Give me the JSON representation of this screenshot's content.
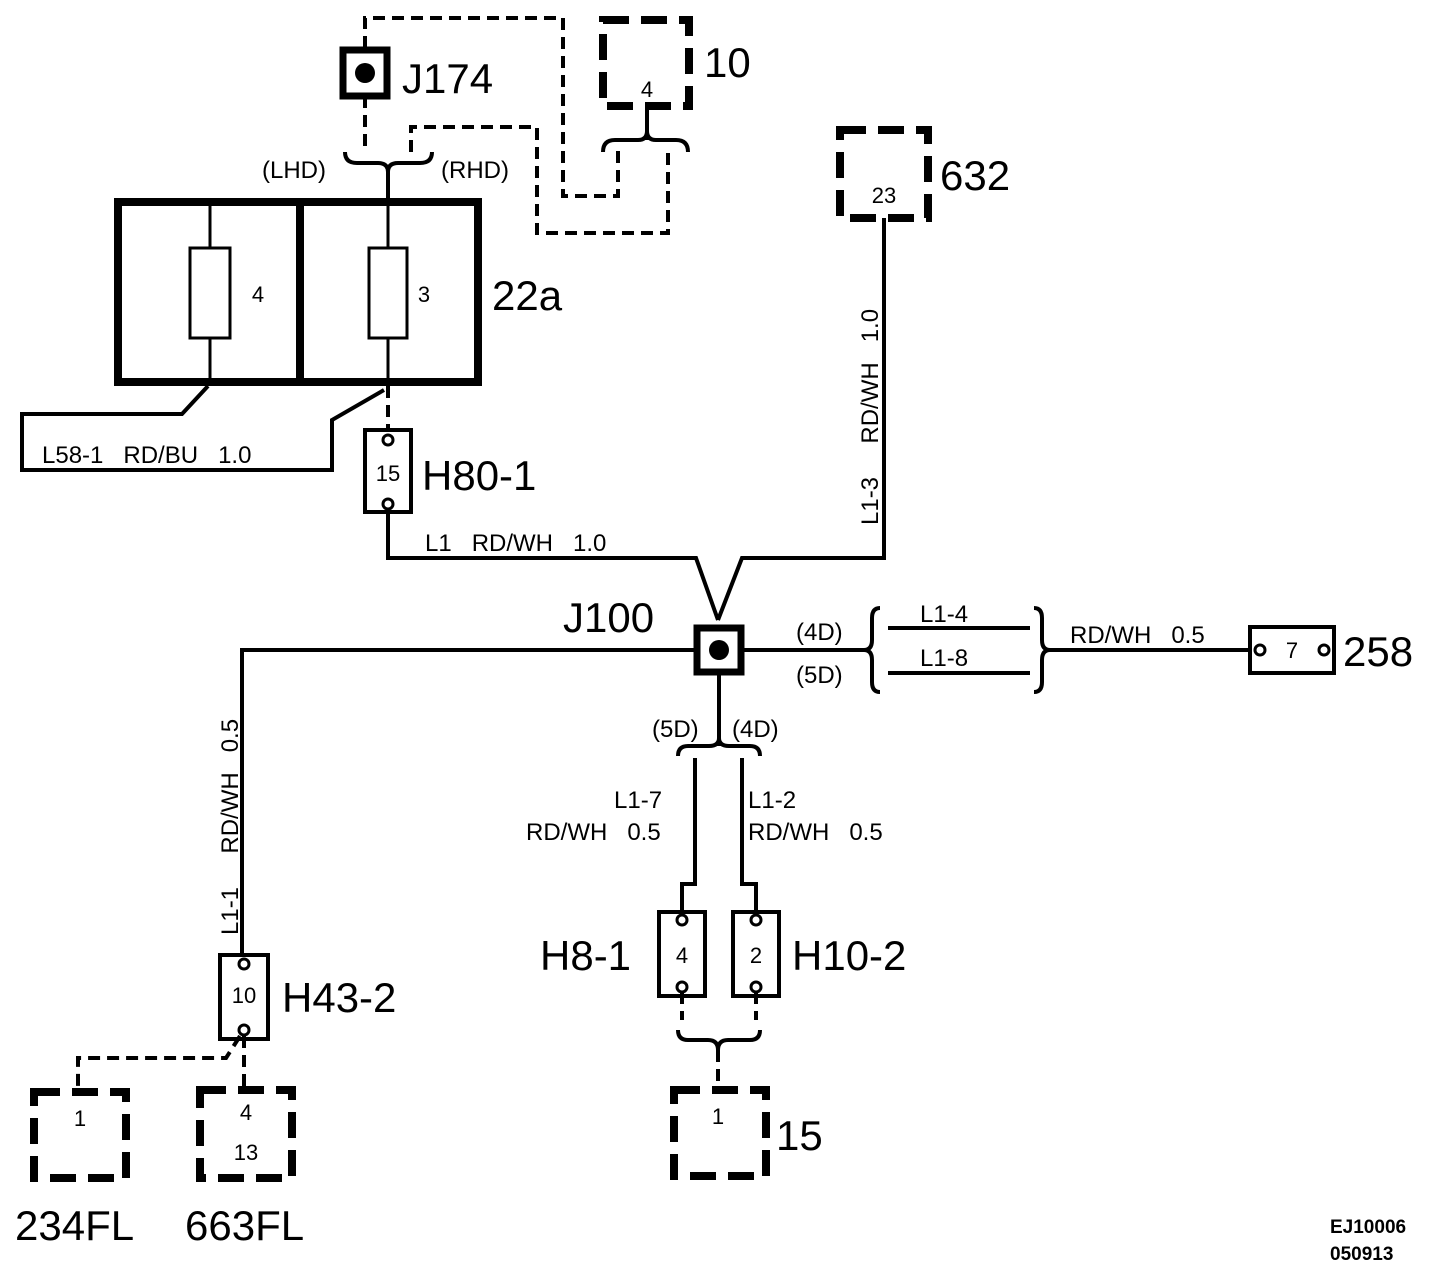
{
  "components": {
    "j174": "J174",
    "c10": {
      "label": "10",
      "pin": "4"
    },
    "c632": {
      "label": "632",
      "pin": "23"
    },
    "fusebox": {
      "label": "22a",
      "fuse_left": "4",
      "fuse_right": "3"
    },
    "h80": {
      "label": "H80-1",
      "pin": "15"
    },
    "j100": "J100",
    "c258": {
      "label": "258",
      "pin": "7"
    },
    "h43": {
      "label": "H43-2",
      "pin": "10"
    },
    "h8": {
      "label": "H8-1",
      "pin": "4"
    },
    "h10": {
      "label": "H10-2",
      "pin": "2"
    },
    "c15": {
      "label": "15",
      "pin": "1"
    },
    "c234": {
      "label": "234FL",
      "pin": "1"
    },
    "c663": {
      "label": "663FL",
      "pin_top": "4",
      "pin_bottom": "13"
    }
  },
  "variants": {
    "lhd": "(LHD)",
    "rhd": "(RHD)",
    "d4_right": "(4D)",
    "d5_right": "(5D)",
    "d5_bottom": "(5D)",
    "d4_bottom": "(4D)"
  },
  "wires": {
    "l58": "L58-1   RD/BU   1.0",
    "l1": "L1   RD/WH   1.0",
    "l1_3": "L1-3     RD/WH   1.0",
    "l1_4": "L1-4",
    "l1_8": "L1-8",
    "w258": "RD/WH   0.5",
    "l1_1": "L1-1     RD/WH   0.5",
    "l1_7_id": "L1-7",
    "l1_7_spec": "RD/WH   0.5",
    "l1_2_id": "L1-2",
    "l1_2_spec": "RD/WH   0.5"
  },
  "footer": {
    "doc_id": "EJ10006",
    "date_code": "050913"
  }
}
